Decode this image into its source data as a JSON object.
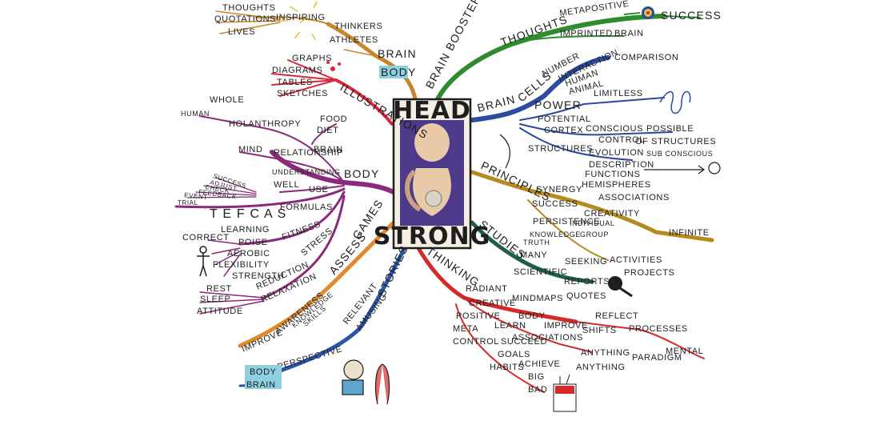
{
  "center": {
    "top": "HEAD",
    "bottom": "STRONG"
  },
  "colors": {
    "brain_boosters": "#2e8b2e",
    "brain_cells": "#2b4aa0",
    "principles": "#b58a1e",
    "studies": "#1f5e4a",
    "thinking": "#d42a2a",
    "stories": "#2a56a6",
    "assess_games": "#e08a2a",
    "body": "#8b2a7a",
    "illustrations": "#d8283a",
    "brain_body": "#c8862a"
  },
  "icons": [
    "sun-icon",
    "target-icon",
    "spring-icon",
    "arrow-icon",
    "magnifier-icon",
    "person-icon",
    "book-characters-icon",
    "cigarettes-icon",
    "splash-icon",
    "head-profile-icon"
  ],
  "words": {
    "thoughts": "THOUGHTS",
    "quotations": "QUOTATIONS",
    "lives": "LIVES",
    "inspiring": "INSPIRING",
    "thinkers": "THINKERS",
    "athletes": "ATHLETES",
    "brain_top": "BRAIN",
    "body_top": "BODY",
    "brain_boosters": "BRAIN BOOSTERS:",
    "thoughts2": "THOUGHTS",
    "metapositive": "METAPOSITIVE",
    "success_top": "SUCCESS",
    "imprinted": "IMPRINTED",
    "brain_imprinted": "BRAIN",
    "graphs": "GRAPHS",
    "diagrams": "DIAGRAMS",
    "tables": "TABLES",
    "sketches": "SKETCHES",
    "illustrations": "ILLUSTRATIONS",
    "brain_cells": "BRAIN",
    "cells": "CELLS",
    "number": "NUMBER",
    "interaction": "INTERACTION",
    "human_r": "HUMAN",
    "animal": "ANIMAL",
    "comparison": "COMPARISON",
    "power": "POWER",
    "potential": "POTENTIAL",
    "limitless": "LIMITLESS",
    "cortex": "CORTEX",
    "conscious": "CONSCIOUS",
    "control_r": "CONTROL",
    "possible": "POSSIBLE",
    "of_structures": "OF STRUCTURES",
    "sub_conscious": "SUB CONSCIOUS",
    "structures": "STRUCTURES",
    "evolution": "EVOLUTION",
    "description": "DESCRIPTION",
    "functions": "FUNCTIONS",
    "hemispheres": "HEMISPHERES",
    "principles": "PRINCIPLES",
    "synergy": "SYNERGY",
    "associations_p": "ASSOCIATIONS",
    "success_p": "SUCCESS",
    "creativity": "CREATIVITY",
    "individual": "INDIVIDUAL",
    "persistence": "PERSISTENCE",
    "group": "GROUP",
    "knowledge_p": "KNOWLEDGE",
    "truth": "TRUTH",
    "infinite": "INFINITE",
    "activities": "ACTIVITIES",
    "seeking": "SEEKING",
    "projects": "PROJECTS",
    "studies": "STUDIES",
    "many": "MANY",
    "scientific": "SCIENTIFIC",
    "reports": "REPORTS",
    "quotes": "QUOTES",
    "thinking": "THINKING",
    "radiant": "RADIANT",
    "mindmaps": "MINDMAPS",
    "reflect": "REFLECT",
    "processes": "PROCESSES",
    "mental": "MENTAL",
    "creative": "CREATIVE",
    "body_t": "BODY",
    "improve_t": "IMPROVE",
    "shifts": "SHIFTS",
    "paradigm": "PARADIGM",
    "positive": "POSITIVE",
    "learn": "LEARN",
    "associations_t": "ASSOCIATIONS",
    "anything1": "ANYTHING",
    "anything2": "ANYTHING",
    "meta": "META",
    "succeed": "SUCCEED",
    "control_t": "CONTROL",
    "goals": "GOALS",
    "achieve": "ACHIEVE",
    "habits": "HABITS",
    "big": "BIG",
    "bad": "BAD",
    "stories": "STORIES",
    "relevant": "RELEVANT",
    "amusing": "AMUSING",
    "perspective": "PERSPECTIVE",
    "body_s": "BODY",
    "brain_s": "BRAIN",
    "assess": "ASSESS",
    "games": "GAMES",
    "improve_a": "IMPROVE",
    "awareness": "AWARENESS",
    "knowledge_a": "KNOWLEDGE",
    "skills": "SKILLS",
    "body_l": "BODY",
    "food": "FOOD",
    "diet": "DIET",
    "whole": "WHOLE",
    "human_l": "HUMAN",
    "holanthropy": "HOLANTHROPY",
    "brain_l": "BRAIN",
    "mind": "MIND",
    "relationship": "RELATIONSHIP",
    "understanding": "UNDERSTANDING",
    "well": "WELL",
    "use": "USE",
    "success_l": "SUCCESS",
    "adjust": "ADJUST",
    "check": "CHECK",
    "feedback": "FEEDBACK",
    "event": "EVENT",
    "trial": "TRIAL",
    "tefcas": "T E F C A S",
    "formulas": "FORMULAS",
    "correct": "CORRECT",
    "learning": "LEARNING",
    "fitness": "FITNESS",
    "poise": "POISE",
    "aerobic": "AEROBIC",
    "flexibility": "FLEXIBILITY",
    "strength": "STRENGTH",
    "stress": "STRESS",
    "reduction": "REDUCTION",
    "relaxation": "RELAXATION",
    "rest": "REST",
    "sleep": "SLEEP",
    "attitude": "ATTITUDE"
  }
}
